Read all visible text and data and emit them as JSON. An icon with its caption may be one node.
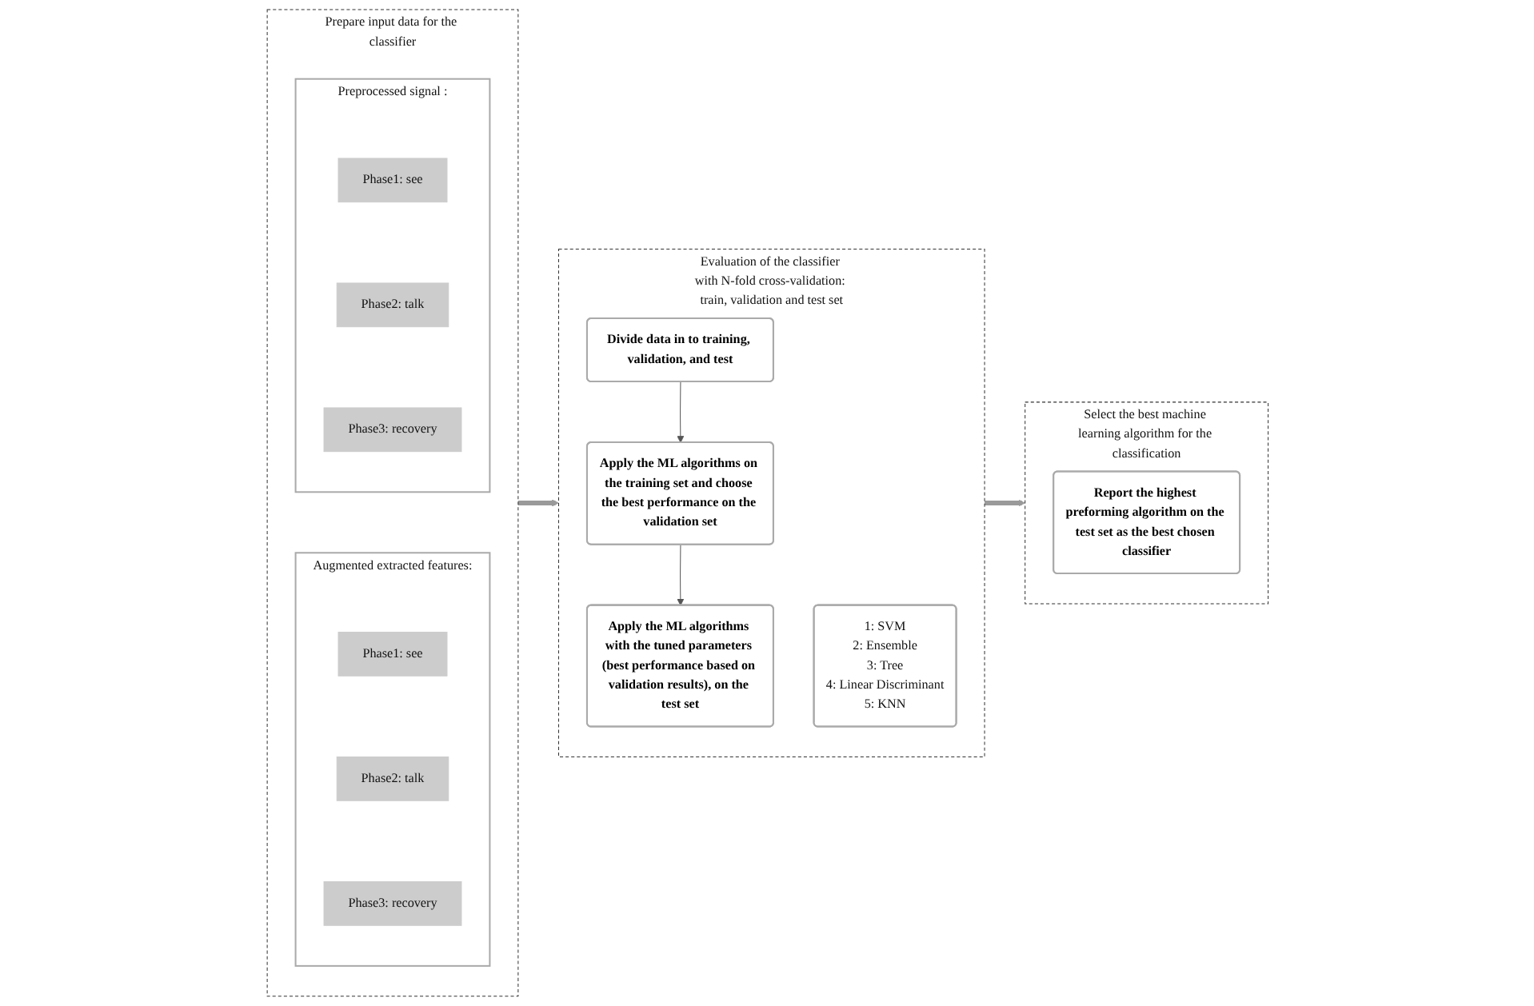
{
  "diagram": {
    "nodes": [
      {
        "text": [
          "Prepare input data for the classifier"
        ]
      },
      {
        "text": [
          "Preprocessed signal :"
        ],
        "in": 0
      },
      {
        "text": [
          "Phase1: see"
        ],
        "in": 1
      },
      {
        "text": [
          "Phase2: talk"
        ],
        "in": 1
      },
      {
        "text": [
          "Phase3: recovery"
        ],
        "in": 1
      },
      {
        "text": [
          "Augmented extracted features:"
        ],
        "in": 0
      },
      {
        "text": [
          "Phase1: see"
        ],
        "in": 5
      },
      {
        "text": [
          "Phase2: talk"
        ],
        "in": 5
      },
      {
        "text": [
          "Phase3: recovery"
        ],
        "in": 5
      },
      {
        "text": [
          "Evaluation of the classifier with N-fold cross-validation: train, validation and test set"
        ]
      },
      {
        "text": [
          "Divide data in to training, validation, and test"
        ],
        "in": 9
      },
      {
        "text": [
          "Apply the ML algorithms on the training set and choose the best performance on the validation set"
        ],
        "in": 9
      },
      {
        "text": [
          "1: SVM",
          "2: Ensemble",
          "3: Tree",
          "4: Linear Discriminant",
          "5: KNN"
        ],
        "in": 9
      },
      {
        "text": [
          "Apply the ML algorithms with the tuned parameters (best performance based on validation results), on the test set"
        ],
        "in": 9
      },
      {
        "text": [
          "Select the best machine learning algorithm for the classification"
        ]
      },
      {
        "text": [
          "Report the highest preforming algorithm on the test set as the best chosen classifier"
        ],
        "in": 14
      }
    ],
    "edges": [
      {
        "from": 10,
        "to": 11,
        "arrow": "to"
      },
      {
        "from": 11,
        "to": 13,
        "arrow": "to"
      },
      {
        "from": 0,
        "to": 9,
        "arrow": "to",
        "style": "thick"
      },
      {
        "from": 9,
        "to": 14,
        "arrow": "to",
        "style": "thick"
      }
    ]
  }
}
